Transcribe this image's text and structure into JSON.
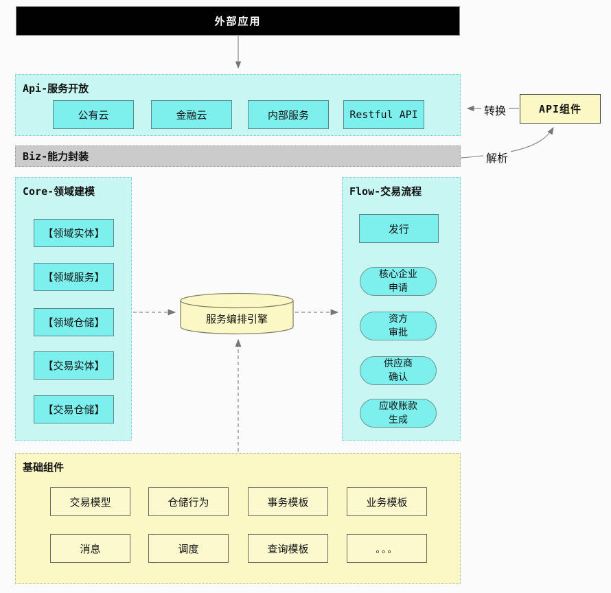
{
  "top_bar": {
    "label": "外部应用"
  },
  "api_section": {
    "title": "Api-服务开放",
    "items": [
      "公有云",
      "金融云",
      "内部服务",
      "Restful API"
    ]
  },
  "api_component": {
    "label": "API组件"
  },
  "annotations": {
    "transform": "转换",
    "parse": "解析"
  },
  "biz_bar": {
    "title": "Biz-能力封装"
  },
  "core_section": {
    "title": "Core-领域建模",
    "items": [
      "【领域实体】",
      "【领域服务】",
      "【领域仓储】",
      "【交易实体】",
      "【交易仓储】"
    ]
  },
  "engine": {
    "label": "服务编排引擎"
  },
  "flow_section": {
    "title": "Flow-交易流程",
    "start": "发行",
    "steps": [
      "核心企业\n申请",
      "资方\n审批",
      "供应商\n确认",
      "应收账款\n生成"
    ]
  },
  "base_section": {
    "title": "基础组件",
    "row1": [
      "交易模型",
      "仓储行为",
      "事务模板",
      "业务模板"
    ],
    "row2": [
      "消息",
      "调度",
      "查询模板",
      "。。。"
    ]
  },
  "colors": {
    "page_bg": "#fbfbfb",
    "black_bar": "#010101",
    "cyan_section": "#c7f6f3",
    "cyan_box": "#7df0ee",
    "gray_bar": "#cbcbcb",
    "yellow": "#fbf8c6",
    "arrow": "#8a8a8a"
  }
}
